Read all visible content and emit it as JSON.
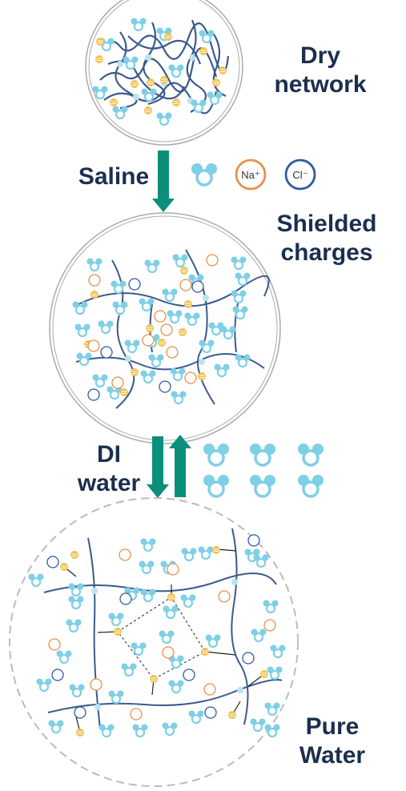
{
  "labels": {
    "dry": [
      "Dry",
      "network"
    ],
    "saline": "Saline",
    "shielded": [
      "Shielded",
      "charges"
    ],
    "di": [
      "DI",
      "water"
    ],
    "pure": [
      "Pure",
      "Water"
    ]
  },
  "ions": {
    "na": "Na⁺",
    "cl": "Cl⁻"
  },
  "colors": {
    "label_text": "#1b2f4e",
    "arrow": "#0a8f7a",
    "network_line": "#3a5a8c",
    "water": "#7fcfe6",
    "sulfonate": "#f2c14e",
    "na_ring": "#e8904a",
    "cl_ring": "#2e5aa0",
    "circle_outline": "#aaaaaa",
    "dashed_outline": "#bbbbbb"
  },
  "icons": [
    "water-molecule-icon",
    "sodium-ion-icon",
    "chloride-ion-icon",
    "sulfonate-group-icon",
    "arrow-down-icon",
    "arrow-up-icon"
  ]
}
